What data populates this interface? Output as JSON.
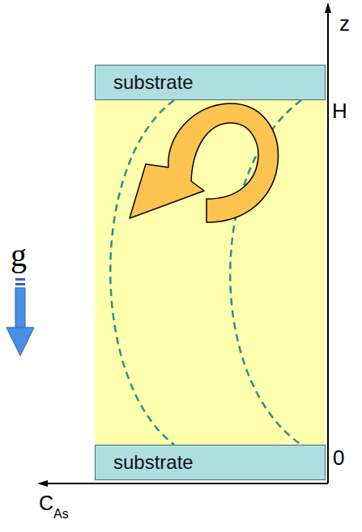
{
  "diagram": {
    "nodes": [
      {
        "text": [
          "substrate"
        ]
      },
      {
        "text": [
          "substrate"
        ]
      }
    ],
    "labels": [
      "z",
      "H",
      "g",
      "0",
      "C",
      "As"
    ]
  }
}
